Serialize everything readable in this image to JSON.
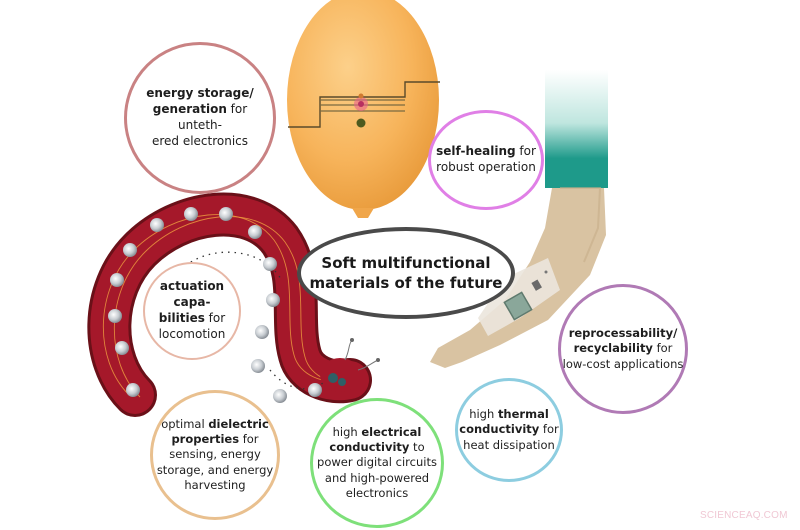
{
  "center": {
    "line1": "Soft multifunctional",
    "line2": "materials of the future"
  },
  "bubbles": [
    {
      "id": "energy-storage",
      "bold": "energy storage/ generation",
      "rest": " for untethered electronics",
      "lines": [
        [
          "energy storage/",
          ""
        ],
        [
          "generation",
          " for unteth-"
        ],
        [
          "",
          "ered electronics"
        ]
      ],
      "border": "#c98283"
    },
    {
      "id": "self-healing",
      "lines": [
        [
          "self-healing",
          " for"
        ],
        [
          "",
          "robust operation"
        ]
      ],
      "border": "#e07fe6"
    },
    {
      "id": "actuation",
      "lines": [
        [
          "actuation capa-",
          ""
        ],
        [
          "bilities",
          " for"
        ],
        [
          "",
          "locomotion"
        ]
      ],
      "border": "#e7b7a6"
    },
    {
      "id": "reprocessability",
      "lines": [
        [
          "reprocessability/",
          ""
        ],
        [
          "recyclability",
          " for"
        ],
        [
          "",
          "low-cost applications"
        ]
      ],
      "border": "#b07ab5"
    },
    {
      "id": "dielectric",
      "lines": [
        [
          "",
          "optimal "
        ],
        [
          "dielectric",
          ""
        ],
        [
          "properties",
          " for"
        ],
        [
          "",
          "sensing, energy"
        ],
        [
          "",
          "storage, and energy"
        ],
        [
          "",
          "harvesting"
        ]
      ],
      "border": "#e9c08f"
    },
    {
      "id": "electrical",
      "lines": [
        [
          "",
          "high "
        ],
        [
          "electrical",
          ""
        ],
        [
          "conductivity",
          " to"
        ],
        [
          "",
          "power digital circuits"
        ],
        [
          "",
          "and high-powered"
        ],
        [
          "",
          "electronics"
        ]
      ],
      "border": "#7ee07a"
    },
    {
      "id": "thermal",
      "lines": [
        [
          "",
          "high "
        ],
        [
          "thermal",
          ""
        ],
        [
          "conductivity",
          " for"
        ],
        [
          "",
          "heat dissipation"
        ]
      ],
      "border": "#8dcde0"
    }
  ],
  "text": {
    "energy_l1": "energy storage/",
    "energy_l2b": "generation",
    "energy_l2": " for unteth-",
    "energy_l3": "ered electronics",
    "self_l1b": "self-healing",
    "self_l1": " for",
    "self_l2": "robust operation",
    "act_l1b": "actuation capa-",
    "act_l2b": "bilities",
    "act_l2": " for",
    "act_l3": "locomotion",
    "rep_l1b": "reprocessability/",
    "rep_l2b": "recyclability",
    "rep_l2": " for",
    "rep_l3": "low-cost applications",
    "die_l1": "optimal ",
    "die_l1b": "dielectric",
    "die_l2b": "properties",
    "die_l2": " for",
    "die_l3": "sensing, energy",
    "die_l4": "storage, and energy",
    "die_l5": "harvesting",
    "ele_l1": "high ",
    "ele_l1b": "electrical",
    "ele_l2b": "conductivity",
    "ele_l2": " to",
    "ele_l3": "power digital circuits",
    "ele_l4": "and high-powered",
    "ele_l5": "electronics",
    "the_l1": "high ",
    "the_l1b": "thermal",
    "the_l2b": "conductivity",
    "the_l2": " for",
    "the_l3": "heat dissipation"
  },
  "illustrations": {
    "balloon": "balloon-with-circuit",
    "robot": "soft-worm-robot",
    "arm": "arm-with-skin-sensor"
  },
  "colors": {
    "balloon": "#f7b459",
    "robot": "#a01a28",
    "sleeve": "#1e9a8a",
    "skin": "#d9c3a2"
  },
  "watermark": "SCIENCEAQ.COM"
}
